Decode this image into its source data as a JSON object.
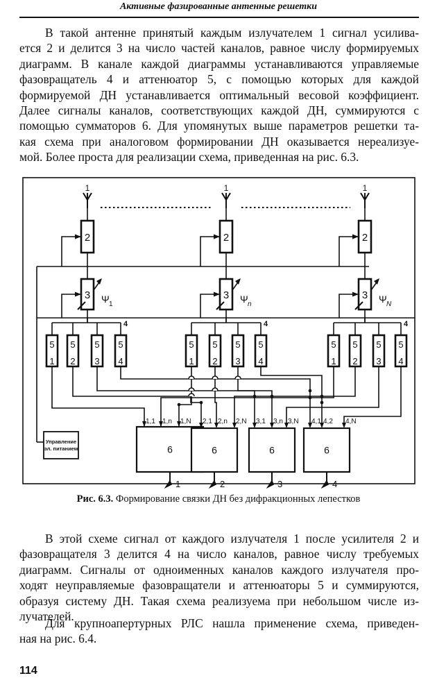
{
  "running_head": "Активные фазированные антенные решетки",
  "paragraph1": {
    "lines": [
      "В такой антенне принятый каждым излучателем 1 сигнал усилива-",
      "ется 2 и делится 3 на число частей каналов, равное числу формируемых",
      "диаграмм. В канале каждой диаграммы устанавливаются управляемые",
      "фазовращатель 4 и аттенюатор 5, с помощью которых для каждой",
      "формируемой ДН устанавливается оптимальный весовой коэффициент.",
      "Далее сигналы каналов, соответствующих каждой ДН, суммируются с",
      "помощью сумматоров 6. Для упомянутых выше параметров решетки та-",
      "кая схема при аналоговом формировании ДН оказывается нереализуе-",
      "мой. Более проста для реализации схема, приведенная на рис. 6.3."
    ]
  },
  "figure": {
    "antenna_label": "1",
    "amplifier_label": "2",
    "phase_shifter_label": "3",
    "divider_label": "4",
    "attenuator_label": "5",
    "summator_label": "6",
    "psi_labels": [
      "Ψ1",
      "Ψn",
      "ΨN"
    ],
    "channel_numbers": [
      "1",
      "2",
      "3",
      "4"
    ],
    "control_block": [
      "Управление",
      "эл. питанием"
    ],
    "input_labels": [
      [
        "1,1",
        "1,n",
        "1,N"
      ],
      [
        "2,1",
        "2,n",
        "2,N"
      ],
      [
        "3,1",
        "3,n",
        "3,N"
      ],
      [
        "4,1",
        "4,2",
        "4,N"
      ]
    ],
    "output_labels": [
      "1",
      "2",
      "3",
      "4"
    ]
  },
  "caption": {
    "label": "Рис. 6.3.",
    "text": " Формирование связки ДН без дифракционных лепестков"
  },
  "paragraph2": {
    "lines": [
      "В этой схеме сигнал от каждого излучателя 1 после усилителя 2 и",
      "фазовращателя 3 делится 4 на число каналов, равное числу требуемых",
      "диаграмм. Сигналы от одноименных каналов каждого излучателя про-",
      "ходят неуправляемые фазовращатели и аттенюаторы 5 и суммируются,",
      "образуя систему ДН. Такая схема реализуема при небольшом числе из-",
      "лучателей."
    ]
  },
  "paragraph3": {
    "lines": [
      "Для крупноапертурных РЛС нашла применение схема, приведен-",
      "ная на рис. 6.4."
    ]
  },
  "page_number": "114"
}
